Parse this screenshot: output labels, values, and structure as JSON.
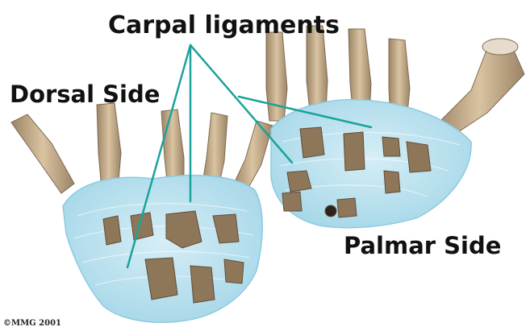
{
  "labels": {
    "title": "Carpal ligaments",
    "dorsal": "Dorsal Side",
    "palmar": "Palmar Side"
  },
  "copyright": "©MMG 2001",
  "colors": {
    "ligament": "#b7e0ee",
    "ligament_edge": "#8ccbe0",
    "bone": "#c9b08e",
    "bone_dark": "#8a735a",
    "leader_line": "#1aa39a"
  }
}
